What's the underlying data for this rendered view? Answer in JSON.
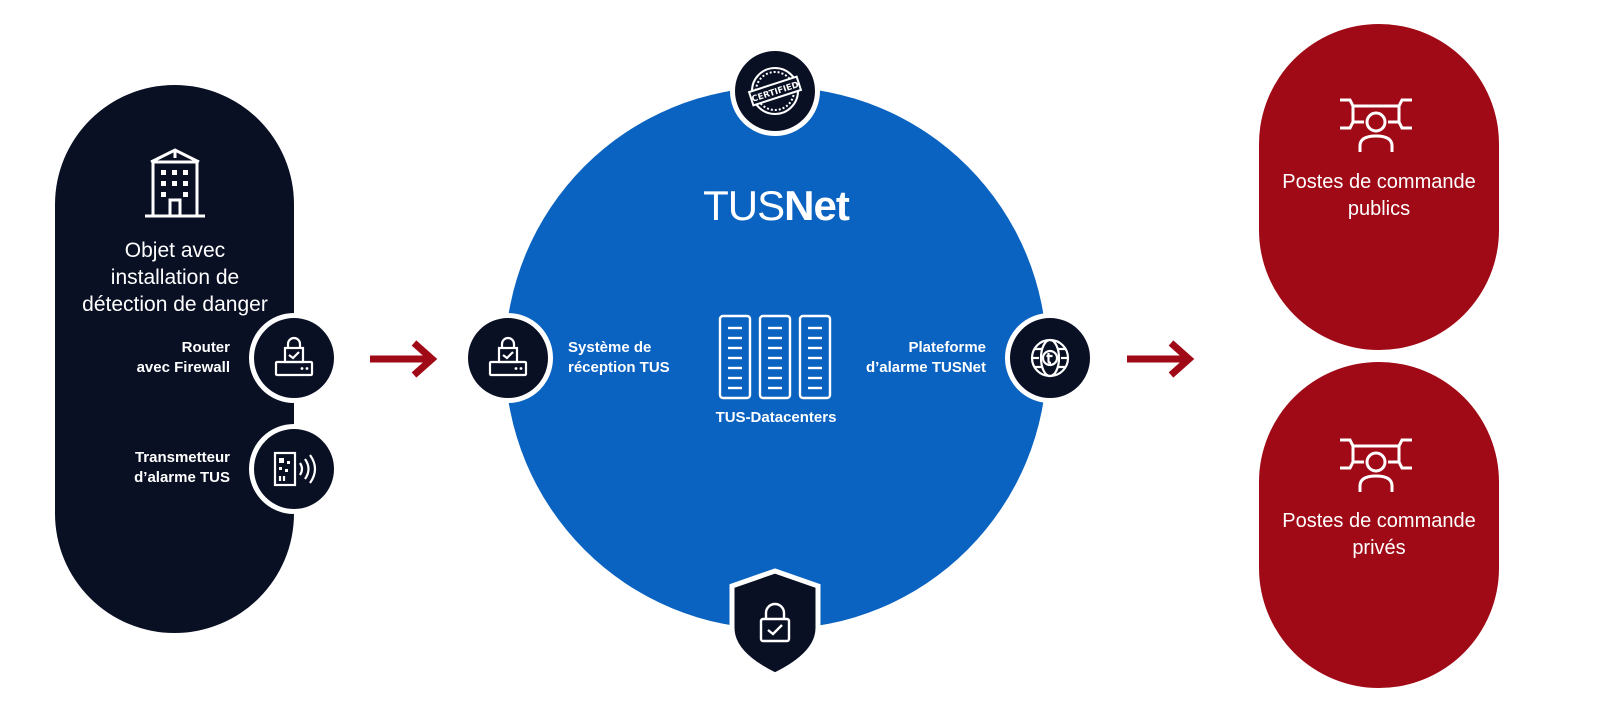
{
  "object": {
    "title_lines": [
      "Objet avec",
      "installation de",
      "détection de danger"
    ],
    "router_lines": [
      "Router",
      "avec Firewall"
    ],
    "transmitter_lines": [
      "Transmetteur",
      "d’alarme TUS"
    ]
  },
  "tusnet": {
    "title_light": "TUS",
    "title_bold": "Net",
    "reception_lines": [
      "Système de",
      "réception TUS"
    ],
    "datacenters_label": "TUS-Datacenters",
    "platform_lines": [
      "Plateforme",
      "d’alarme TUSNet"
    ],
    "certified_label": "CERTIFIED"
  },
  "command_posts": {
    "public_lines": [
      "Postes de commande",
      "publics"
    ],
    "private_lines": [
      "Postes de commande",
      "privés"
    ]
  },
  "colors": {
    "dark_navy": "#0a1024",
    "blue": "#0a62c1",
    "red": "#a00a16",
    "arrow": "#a00a16"
  }
}
